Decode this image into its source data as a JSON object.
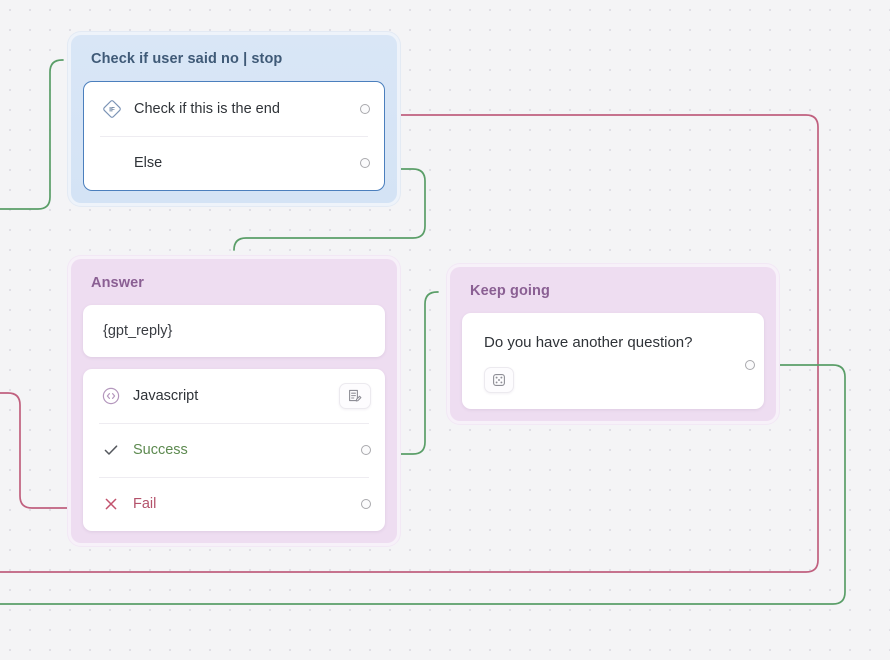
{
  "canvas": {
    "background_color": "#f4f4f6",
    "dot_color": "#e0dfe6"
  },
  "colors": {
    "edge_green": "#5a9e68",
    "edge_pink": "#c0607f",
    "node_blue_header": "#d6e4f5",
    "node_blue_border": "#4b7fbd",
    "node_purple_header": "#eeddf1",
    "title_blue": "#3f5a77",
    "title_purple": "#8a5f93",
    "success_text": "#5d8a50",
    "fail_text": "#b4526b"
  },
  "nodes": [
    {
      "id": "condition-node",
      "type": "condition",
      "title": "Check if user said no | stop",
      "rows": [
        {
          "icon": "if-diamond-icon",
          "label": "Check if this is the end",
          "has_port": true
        },
        {
          "icon": "none",
          "label": "Else",
          "has_port": true
        }
      ]
    },
    {
      "id": "answer-node",
      "type": "message",
      "title": "Answer",
      "variable_value": "{gpt_reply}",
      "rows": [
        {
          "icon": "code-circle-icon",
          "label": "Javascript",
          "has_port": false,
          "button": "edit-script-icon"
        },
        {
          "icon": "check-icon",
          "label": "Success",
          "has_port": true
        },
        {
          "icon": "x-icon",
          "label": "Fail",
          "has_port": true
        }
      ]
    },
    {
      "id": "keep-going-node",
      "type": "message",
      "title": "Keep going",
      "message_text": "Do you have another question?",
      "button": "variables-icon",
      "has_port": true
    }
  ],
  "edges": [
    {
      "id": "edge-into-condition",
      "from": "offscreen-left",
      "to": "condition-node",
      "color": "green"
    },
    {
      "id": "edge-check-end-out",
      "from": "condition-node.check-if-this-is-the-end",
      "to": "offscreen-bottom",
      "color": "pink"
    },
    {
      "id": "edge-else-to-answer",
      "from": "condition-node.else",
      "to": "answer-node",
      "color": "green"
    },
    {
      "id": "edge-success-to-keep-going",
      "from": "answer-node.success",
      "to": "keep-going-node",
      "color": "green"
    },
    {
      "id": "edge-fail-out",
      "from": "answer-node.fail",
      "to": "offscreen-left",
      "color": "pink"
    },
    {
      "id": "edge-keep-going-out",
      "from": "keep-going-node",
      "to": "offscreen-bottom",
      "color": "green"
    }
  ]
}
